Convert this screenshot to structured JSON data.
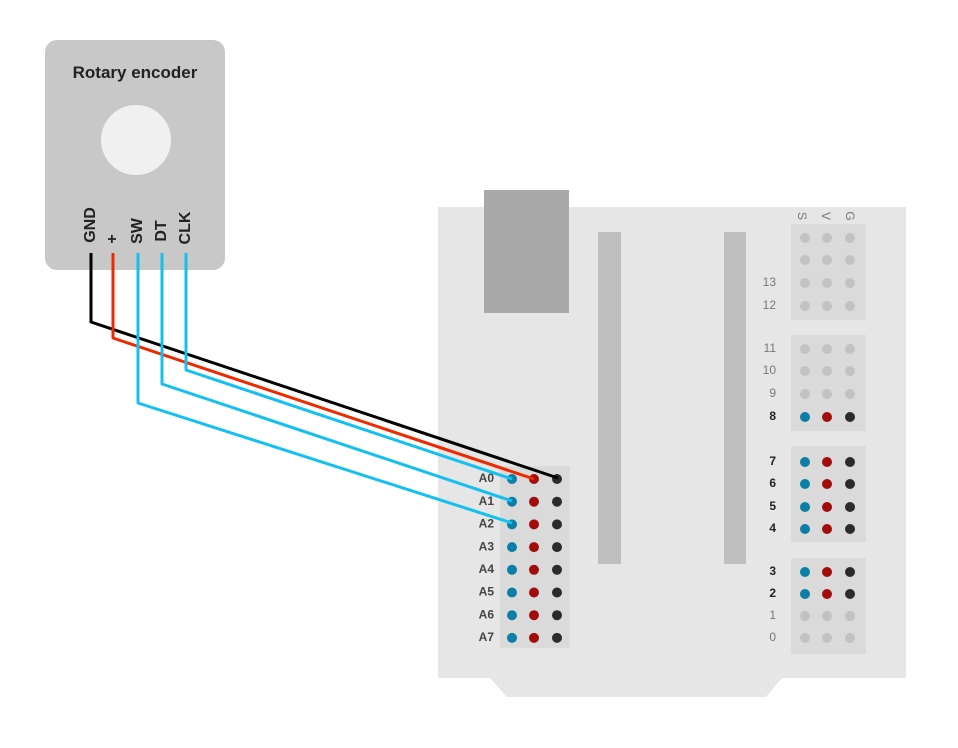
{
  "encoder": {
    "title": "Rotary encoder",
    "pins": [
      "GND",
      "+",
      "SW",
      "DT",
      "CLK"
    ]
  },
  "shield": {
    "header_letters": [
      "S",
      "V",
      "G"
    ],
    "analog_labels": [
      "A0",
      "A1",
      "A2",
      "A3",
      "A4",
      "A5",
      "A6",
      "A7"
    ],
    "digital_group1": [
      "13",
      "12"
    ],
    "digital_group2": [
      "11",
      "10",
      "9",
      "8"
    ],
    "digital_group3": [
      "7",
      "6",
      "5",
      "4"
    ],
    "digital_group4": [
      "3",
      "2",
      "1",
      "0"
    ]
  },
  "colors": {
    "signal_pin": "#0b7fa6",
    "power_pin": "#a10d0d",
    "ground_pin": "#2b2b2b",
    "inactive_pin": "#c2c2c2",
    "wire_gnd": "#000000",
    "wire_vcc": "#ee2a00",
    "wire_signal": "#14c0ef"
  }
}
